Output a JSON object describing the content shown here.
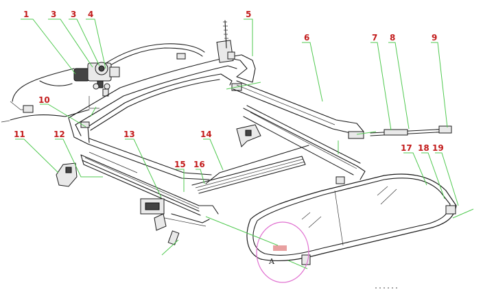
{
  "part_labels": {
    "p1": "1",
    "p3a": "3",
    "p3b": "3",
    "p4": "4",
    "p5": "5",
    "p6": "6",
    "p7": "7",
    "p8": "8",
    "p9": "9",
    "p10": "10",
    "p11": "11",
    "p12": "12",
    "p13": "13",
    "p14": "14",
    "p15": "15",
    "p16": "16",
    "p17": "17",
    "p18": "18",
    "p19": "19"
  },
  "detail_label": "A",
  "colors": {
    "label": "#c21a1a",
    "leader": "#4fc94f",
    "detail_circle": "#e070d0",
    "detail_highlight": "#e8a0a0"
  }
}
